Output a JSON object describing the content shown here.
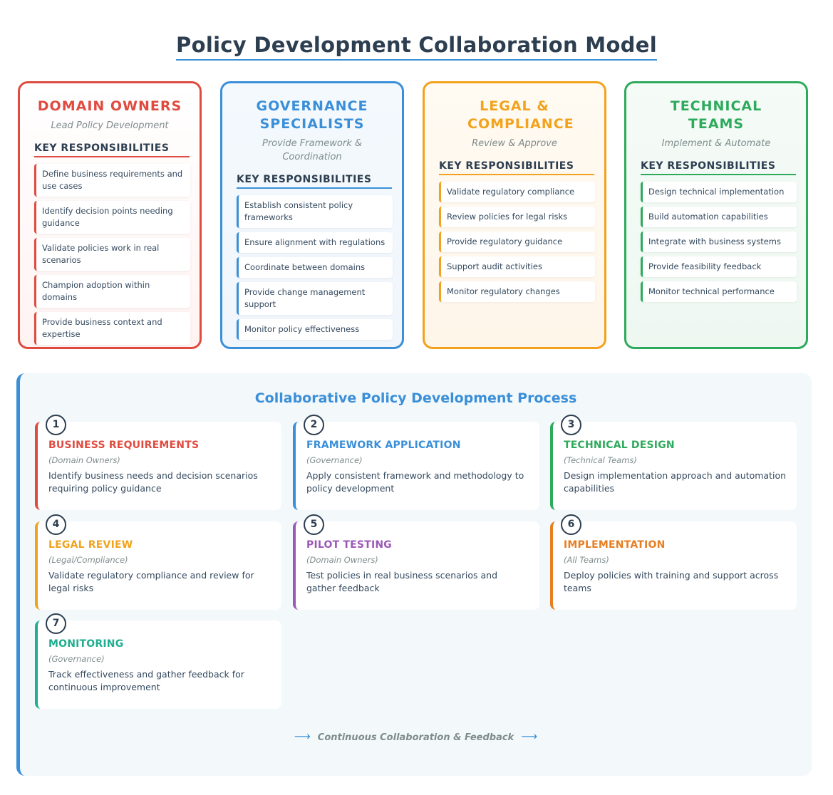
{
  "title": "Policy Development Collaboration Model",
  "roles": [
    {
      "name": "DOMAIN OWNERS",
      "subtitle": "Lead Policy Development",
      "heading": "KEY RESPONSIBILITIES",
      "color": "#e04b3f",
      "items": [
        "Define business requirements and use cases",
        "Identify decision points needing guidance",
        "Validate policies work in real scenarios",
        "Champion adoption within domains",
        "Provide business context and expertise"
      ]
    },
    {
      "name": "GOVERNANCE SPECIALISTS",
      "subtitle": "Provide Framework & Coordination",
      "heading": "KEY RESPONSIBILITIES",
      "color": "#3a8fd8",
      "items": [
        "Establish consistent policy frameworks",
        "Ensure alignment with regulations",
        "Coordinate between domains",
        "Provide change management support",
        "Monitor policy effectiveness"
      ]
    },
    {
      "name": "LEGAL & COMPLIANCE",
      "subtitle": "Review & Approve",
      "heading": "KEY RESPONSIBILITIES",
      "color": "#f2a21c",
      "items": [
        "Validate regulatory compliance",
        "Review policies for legal risks",
        "Provide regulatory guidance",
        "Support audit activities",
        "Monitor regulatory changes"
      ]
    },
    {
      "name": "TECHNICAL TEAMS",
      "subtitle": "Implement & Automate",
      "heading": "KEY RESPONSIBILITIES",
      "color": "#2eaa5c",
      "items": [
        "Design technical implementation",
        "Build automation capabilities",
        "Integrate with business systems",
        "Provide feasibility feedback",
        "Monitor technical performance"
      ]
    }
  ],
  "process": {
    "title": "Collaborative Policy Development Process",
    "steps": [
      {
        "number": "1",
        "title": "BUSINESS REQUIREMENTS",
        "owner": "(Domain Owners)",
        "description": "Identify business needs and decision scenarios requiring policy guidance",
        "color": "#e04b3f"
      },
      {
        "number": "2",
        "title": "FRAMEWORK APPLICATION",
        "owner": "(Governance)",
        "description": "Apply consistent framework and methodology to policy development",
        "color": "#3a8fd8"
      },
      {
        "number": "3",
        "title": "TECHNICAL DESIGN",
        "owner": "(Technical Teams)",
        "description": "Design implementation approach and automation capabilities",
        "color": "#2eaa5c"
      },
      {
        "number": "4",
        "title": "LEGAL REVIEW",
        "owner": "(Legal/Compliance)",
        "description": "Validate regulatory compliance and review for legal risks",
        "color": "#f2a21c"
      },
      {
        "number": "5",
        "title": "PILOT TESTING",
        "owner": "(Domain Owners)",
        "description": "Test policies in real business scenarios and gather feedback",
        "color": "#9b59b6"
      },
      {
        "number": "6",
        "title": "IMPLEMENTATION",
        "owner": "(All Teams)",
        "description": "Deploy policies with training and support across teams",
        "color": "#e67e22"
      },
      {
        "number": "7",
        "title": "MONITORING",
        "owner": "(Governance)",
        "description": "Track effectiveness and gather feedback for continuous improvement",
        "color": "#1fae8f"
      }
    ],
    "footer": "Continuous Collaboration & Feedback",
    "arrow_glyph": "⟶"
  }
}
